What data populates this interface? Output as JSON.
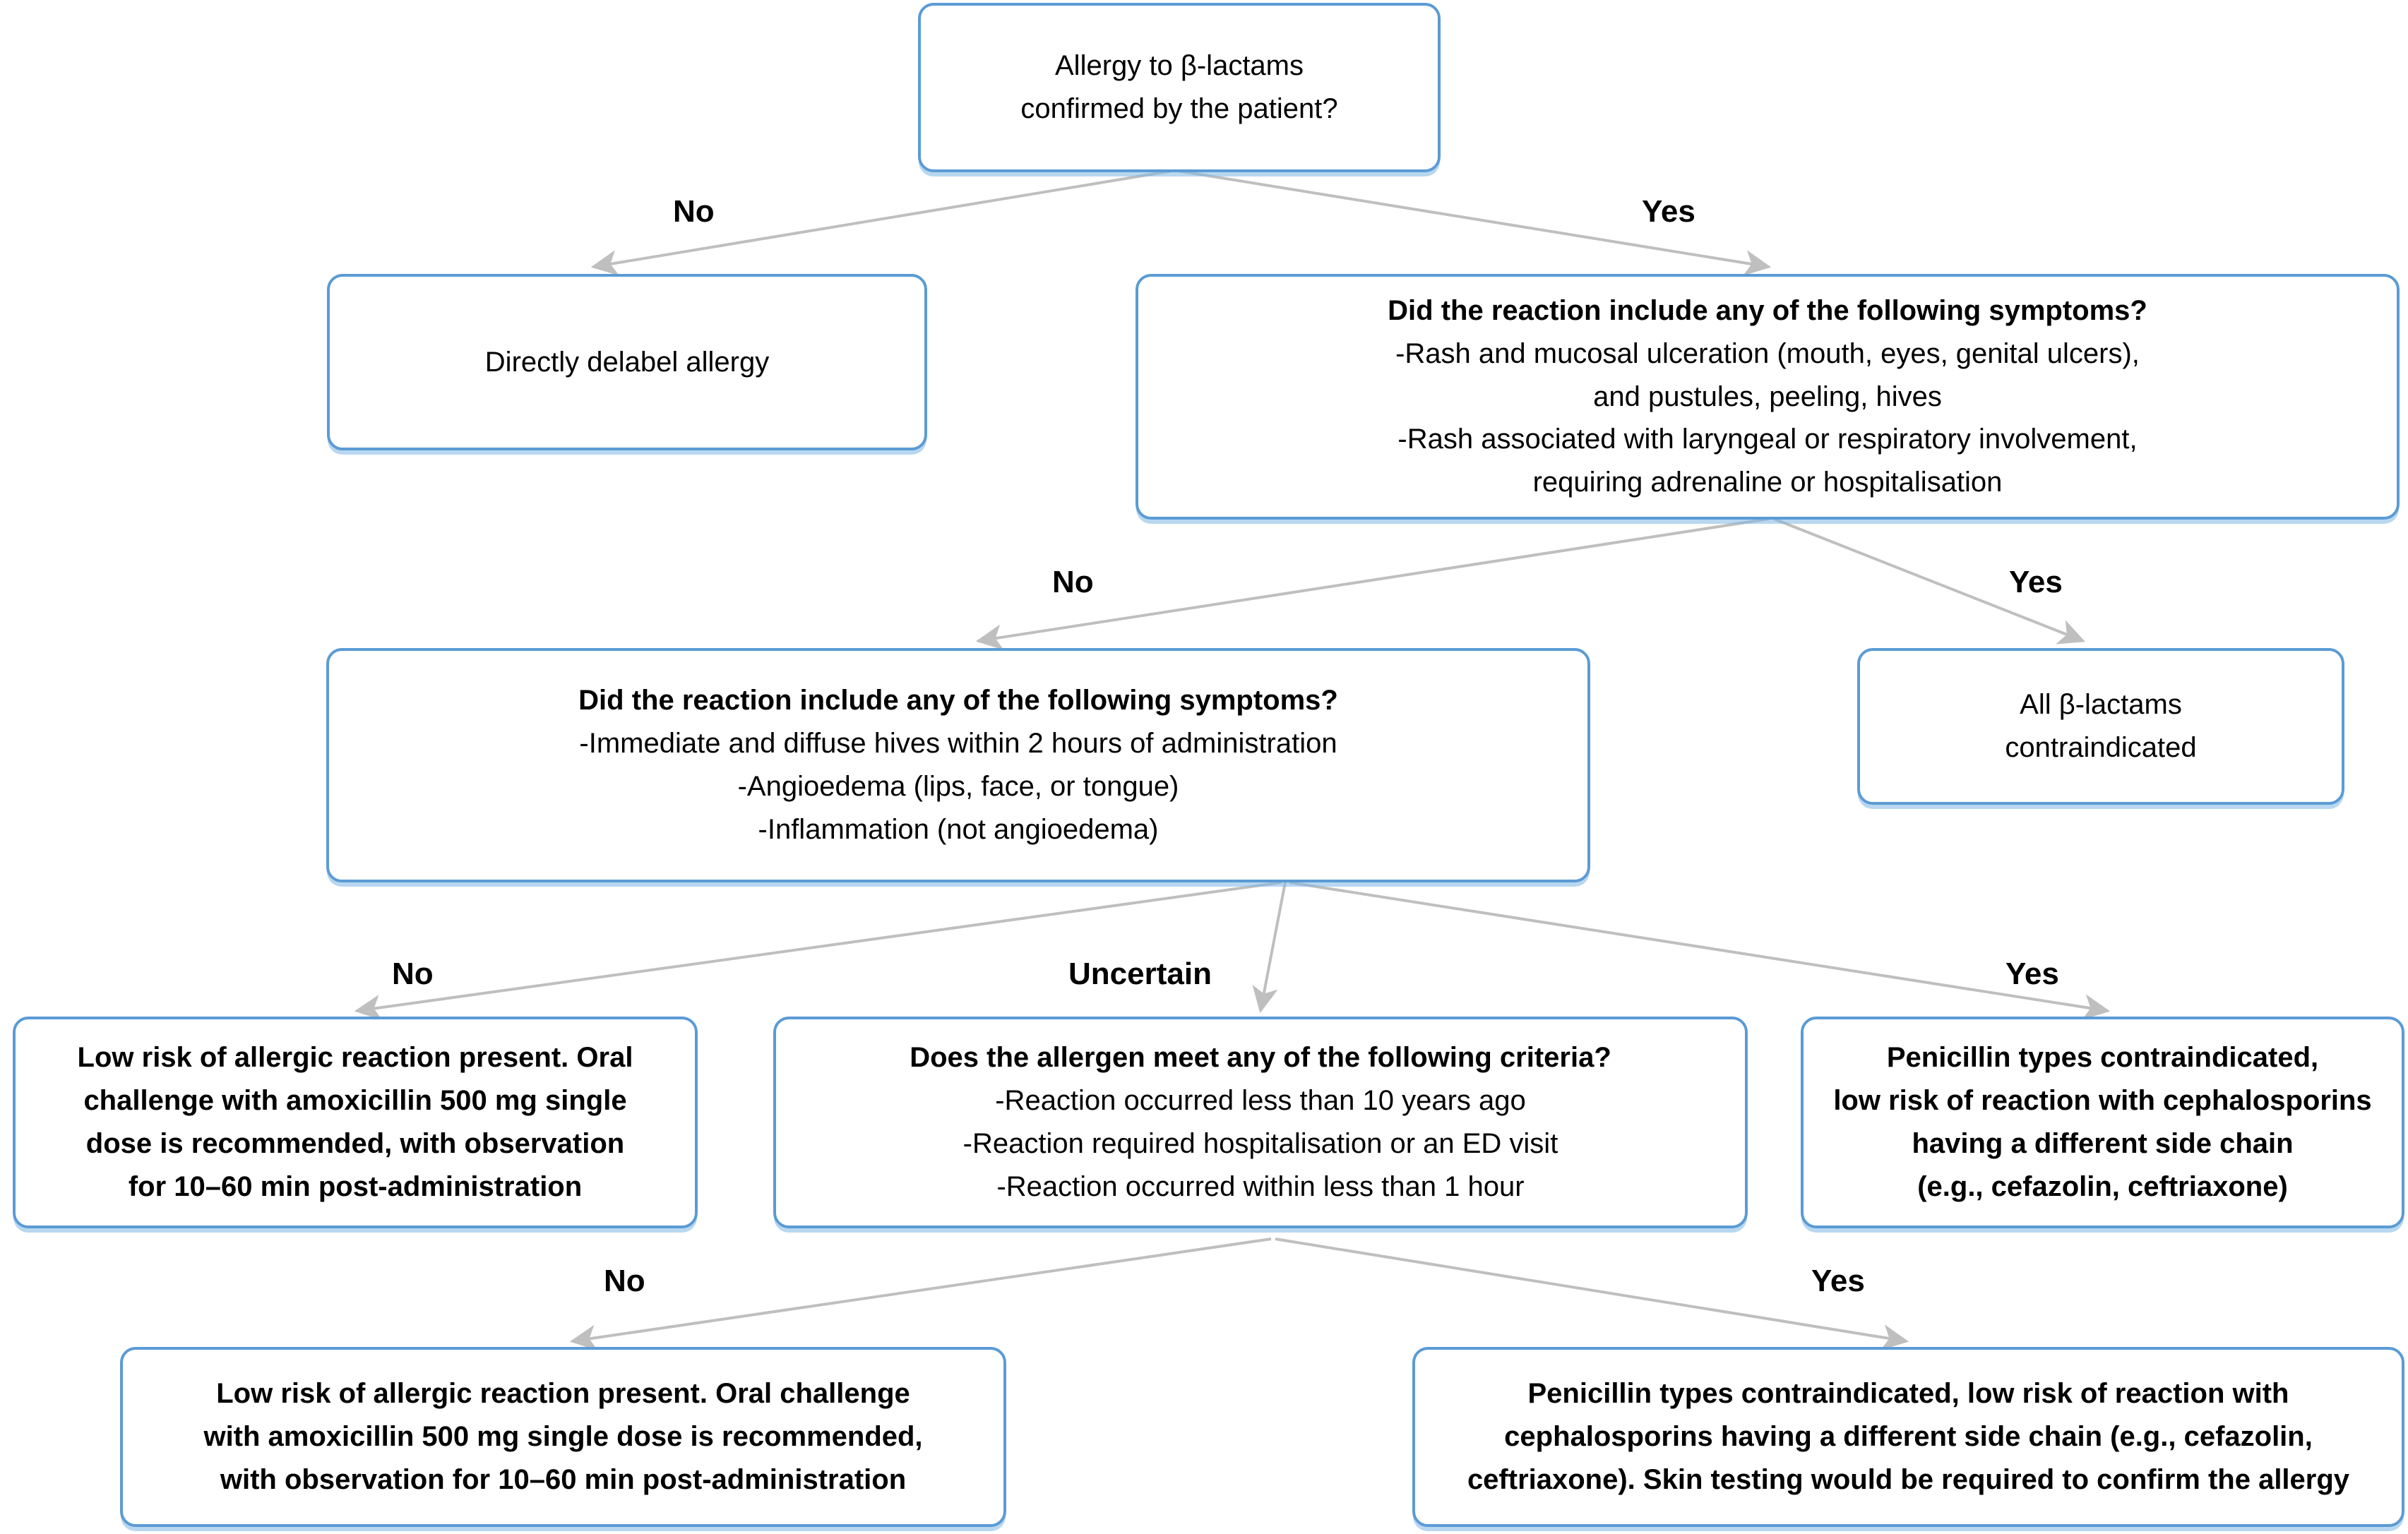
{
  "diagram": {
    "title": "Beta-lactam allergy assessment decision tree",
    "accent_color": "#5B9BD5",
    "edge_color": "#BFBFBF",
    "nodes": {
      "root": {
        "line1": "Allergy to β-lactams",
        "line2": "confirmed by the patient?"
      },
      "delabel": {
        "line1": "Directly delabel allergy"
      },
      "severe_symptoms": {
        "heading": "Did the reaction include any of the following symptoms?",
        "line1": "-Rash and mucosal ulceration (mouth, eyes, genital ulcers),",
        "line2": "and pustules, peeling, hives",
        "line3": "-Rash associated with laryngeal or respiratory involvement,",
        "line4": "requiring adrenaline or hospitalisation"
      },
      "all_contraindicated": {
        "line1": "All β-lactams",
        "line2": "contraindicated"
      },
      "immediate_symptoms": {
        "heading": "Did the reaction include any of the following symptoms?",
        "line1": "-Immediate and diffuse hives within 2 hours of administration",
        "line2": "-Angioedema (lips, face, or tongue)",
        "line3": "-Inflammation (not angioedema)"
      },
      "low_risk_left": {
        "line1": "Low risk of allergic reaction present. Oral",
        "line2": "challenge with amoxicillin 500 mg single",
        "line3": "dose is recommended, with observation",
        "line4": "for 10–60 min post-administration"
      },
      "allergen_criteria": {
        "heading": "Does the allergen meet any of the following criteria?",
        "line1": "-Reaction occurred less than 10 years ago",
        "line2": "-Reaction required hospitalisation or an ED visit",
        "line3": "-Reaction occurred within less than 1 hour"
      },
      "penicillin_contraindicated_right": {
        "line1": "Penicillin types contraindicated,",
        "line2": "low risk of reaction with cephalosporins",
        "line3": "having a different side chain",
        "line4": "(e.g., cefazolin, ceftriaxone)"
      },
      "low_risk_bottom": {
        "line1": "Low risk of allergic reaction present. Oral challenge",
        "line2": "with amoxicillin 500 mg single dose is recommended,",
        "line3": "with observation for 10–60 min post-administration"
      },
      "penicillin_contraindicated_bottom": {
        "line1": "Penicillin types contraindicated, low risk of reaction with",
        "line2": "cephalosporins having a different side chain (e.g., cefazolin,",
        "line3": "ceftriaxone). Skin testing would be required to confirm the allergy"
      }
    },
    "edge_labels": {
      "l1_no": "No",
      "l1_yes": "Yes",
      "l2_no": "No",
      "l2_yes": "Yes",
      "l3_no": "No",
      "l3_uncertain": "Uncertain",
      "l3_yes": "Yes",
      "l4_no": "No",
      "l4_yes": "Yes"
    }
  }
}
